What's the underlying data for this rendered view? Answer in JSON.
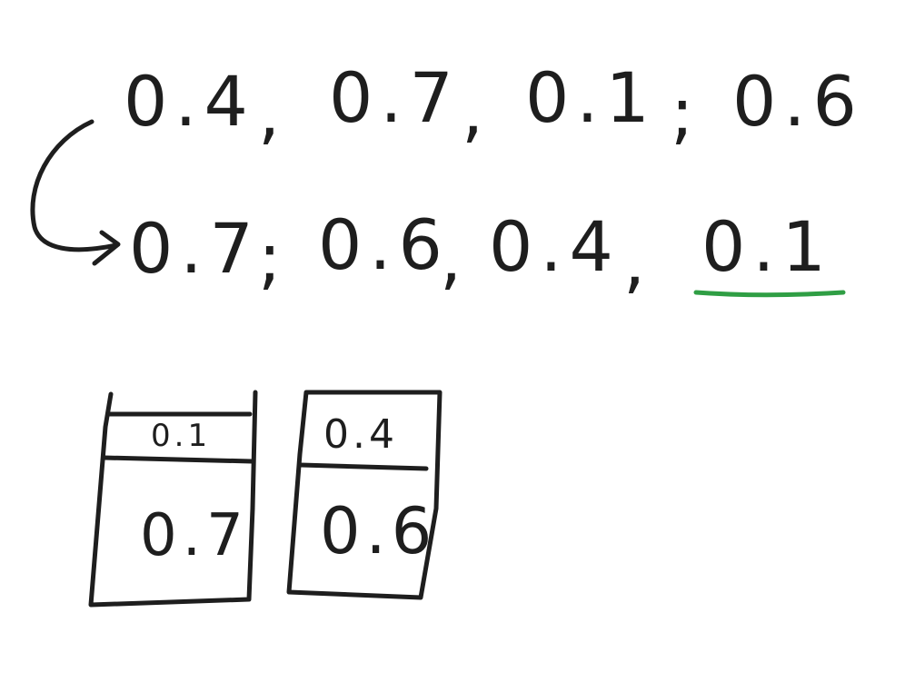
{
  "colors": {
    "ink": "#1e1e1e",
    "highlight": "#2f9e44",
    "background": "#ffffff"
  },
  "sequence_original": {
    "items": [
      "0.4",
      "0.7",
      "0.1",
      "0.6"
    ],
    "separators": [
      ",",
      ",",
      ";"
    ]
  },
  "sequence_sorted": {
    "items": [
      "0.7",
      "0.6",
      "0.4",
      "0.1"
    ],
    "separators": [
      ";",
      ",",
      ","
    ],
    "highlighted_index": 3
  },
  "arrow": {
    "icon": "curved-arrow-icon"
  },
  "bins": [
    {
      "top": "0.1",
      "bottom": "0.7"
    },
    {
      "top": "0.4",
      "bottom": "0.6"
    }
  ]
}
